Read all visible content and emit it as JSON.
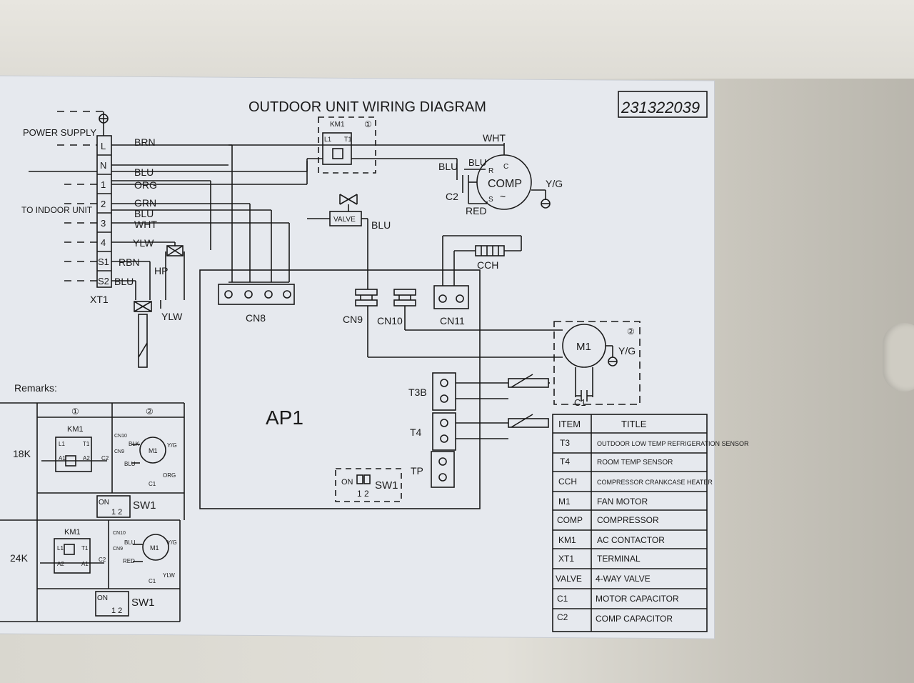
{
  "diagram": {
    "title": "OUTDOOR UNIT WIRING DIAGRAM",
    "part_number": "231322039",
    "terminal_block": {
      "name": "XT1",
      "group_power": "POWER SUPPLY",
      "group_indoor": "TO INDOOR UNIT",
      "terminals": [
        "L",
        "N",
        "1",
        "2",
        "3",
        "4",
        "S1",
        "S2"
      ]
    },
    "wires": {
      "brn": "BRN",
      "blu": "BLU",
      "org": "ORG",
      "grn": "GRN",
      "wht": "WHT",
      "ylw": "YLW",
      "rbn": "RBN",
      "yg": "Y/G",
      "red": "RED"
    },
    "components": {
      "km1": "KM1",
      "circle1": "①",
      "circle2": "②",
      "l1": "L1",
      "t1": "T1",
      "valve": "VALVE",
      "comp": "COMP",
      "comp_sym": "~",
      "comp_r": "R",
      "comp_c": "C",
      "comp_s": "S",
      "c1": "C1",
      "c2": "C2",
      "cch": "CCH",
      "m1": "M1",
      "hp": "HP",
      "board": "AP1",
      "cn8": "CN8",
      "cn9": "CN9",
      "cn10": "CN10",
      "cn11": "CN11",
      "t3b": "T3B",
      "t4": "T4",
      "tp": "TP",
      "sw1": "SW1",
      "on": "ON",
      "sw_pins": "1 2"
    },
    "remarks": {
      "label": "Remarks:",
      "row1_model": "18K",
      "row2_model": "24K",
      "km1": "KM1",
      "col1": "①",
      "col2": "②",
      "sw1": "SW1",
      "on": "ON",
      "pins": "1 2",
      "a1": "A1",
      "a2": "A2",
      "l1": "L1",
      "t1": "T1",
      "c2": "C2",
      "cn10": "CN10",
      "cn9": "CN9",
      "blk": "BLK",
      "blu": "BLU",
      "org": "ORG",
      "red": "RED",
      "ylw": "YLW",
      "m1": "M1",
      "c1": "C1",
      "yg": "Y/G"
    },
    "legend": {
      "header_item": "ITEM",
      "header_title": "TITLE",
      "rows": [
        {
          "item": "T3",
          "title": "OUTDOOR LOW TEMP REFRIGERATION SENSOR"
        },
        {
          "item": "T4",
          "title": "ROOM TEMP SENSOR"
        },
        {
          "item": "CCH",
          "title": "COMPRESSOR CRANKCASE HEATER"
        },
        {
          "item": "M1",
          "title": "FAN MOTOR"
        },
        {
          "item": "COMP",
          "title": "COMPRESSOR"
        },
        {
          "item": "KM1",
          "title": "AC CONTACTOR"
        },
        {
          "item": "XT1",
          "title": "TERMINAL"
        },
        {
          "item": "VALVE",
          "title": "4-WAY VALVE"
        },
        {
          "item": "C1",
          "title": "MOTOR CAPACITOR"
        },
        {
          "item": "C2",
          "title": "COMP CAPACITOR"
        }
      ]
    }
  }
}
